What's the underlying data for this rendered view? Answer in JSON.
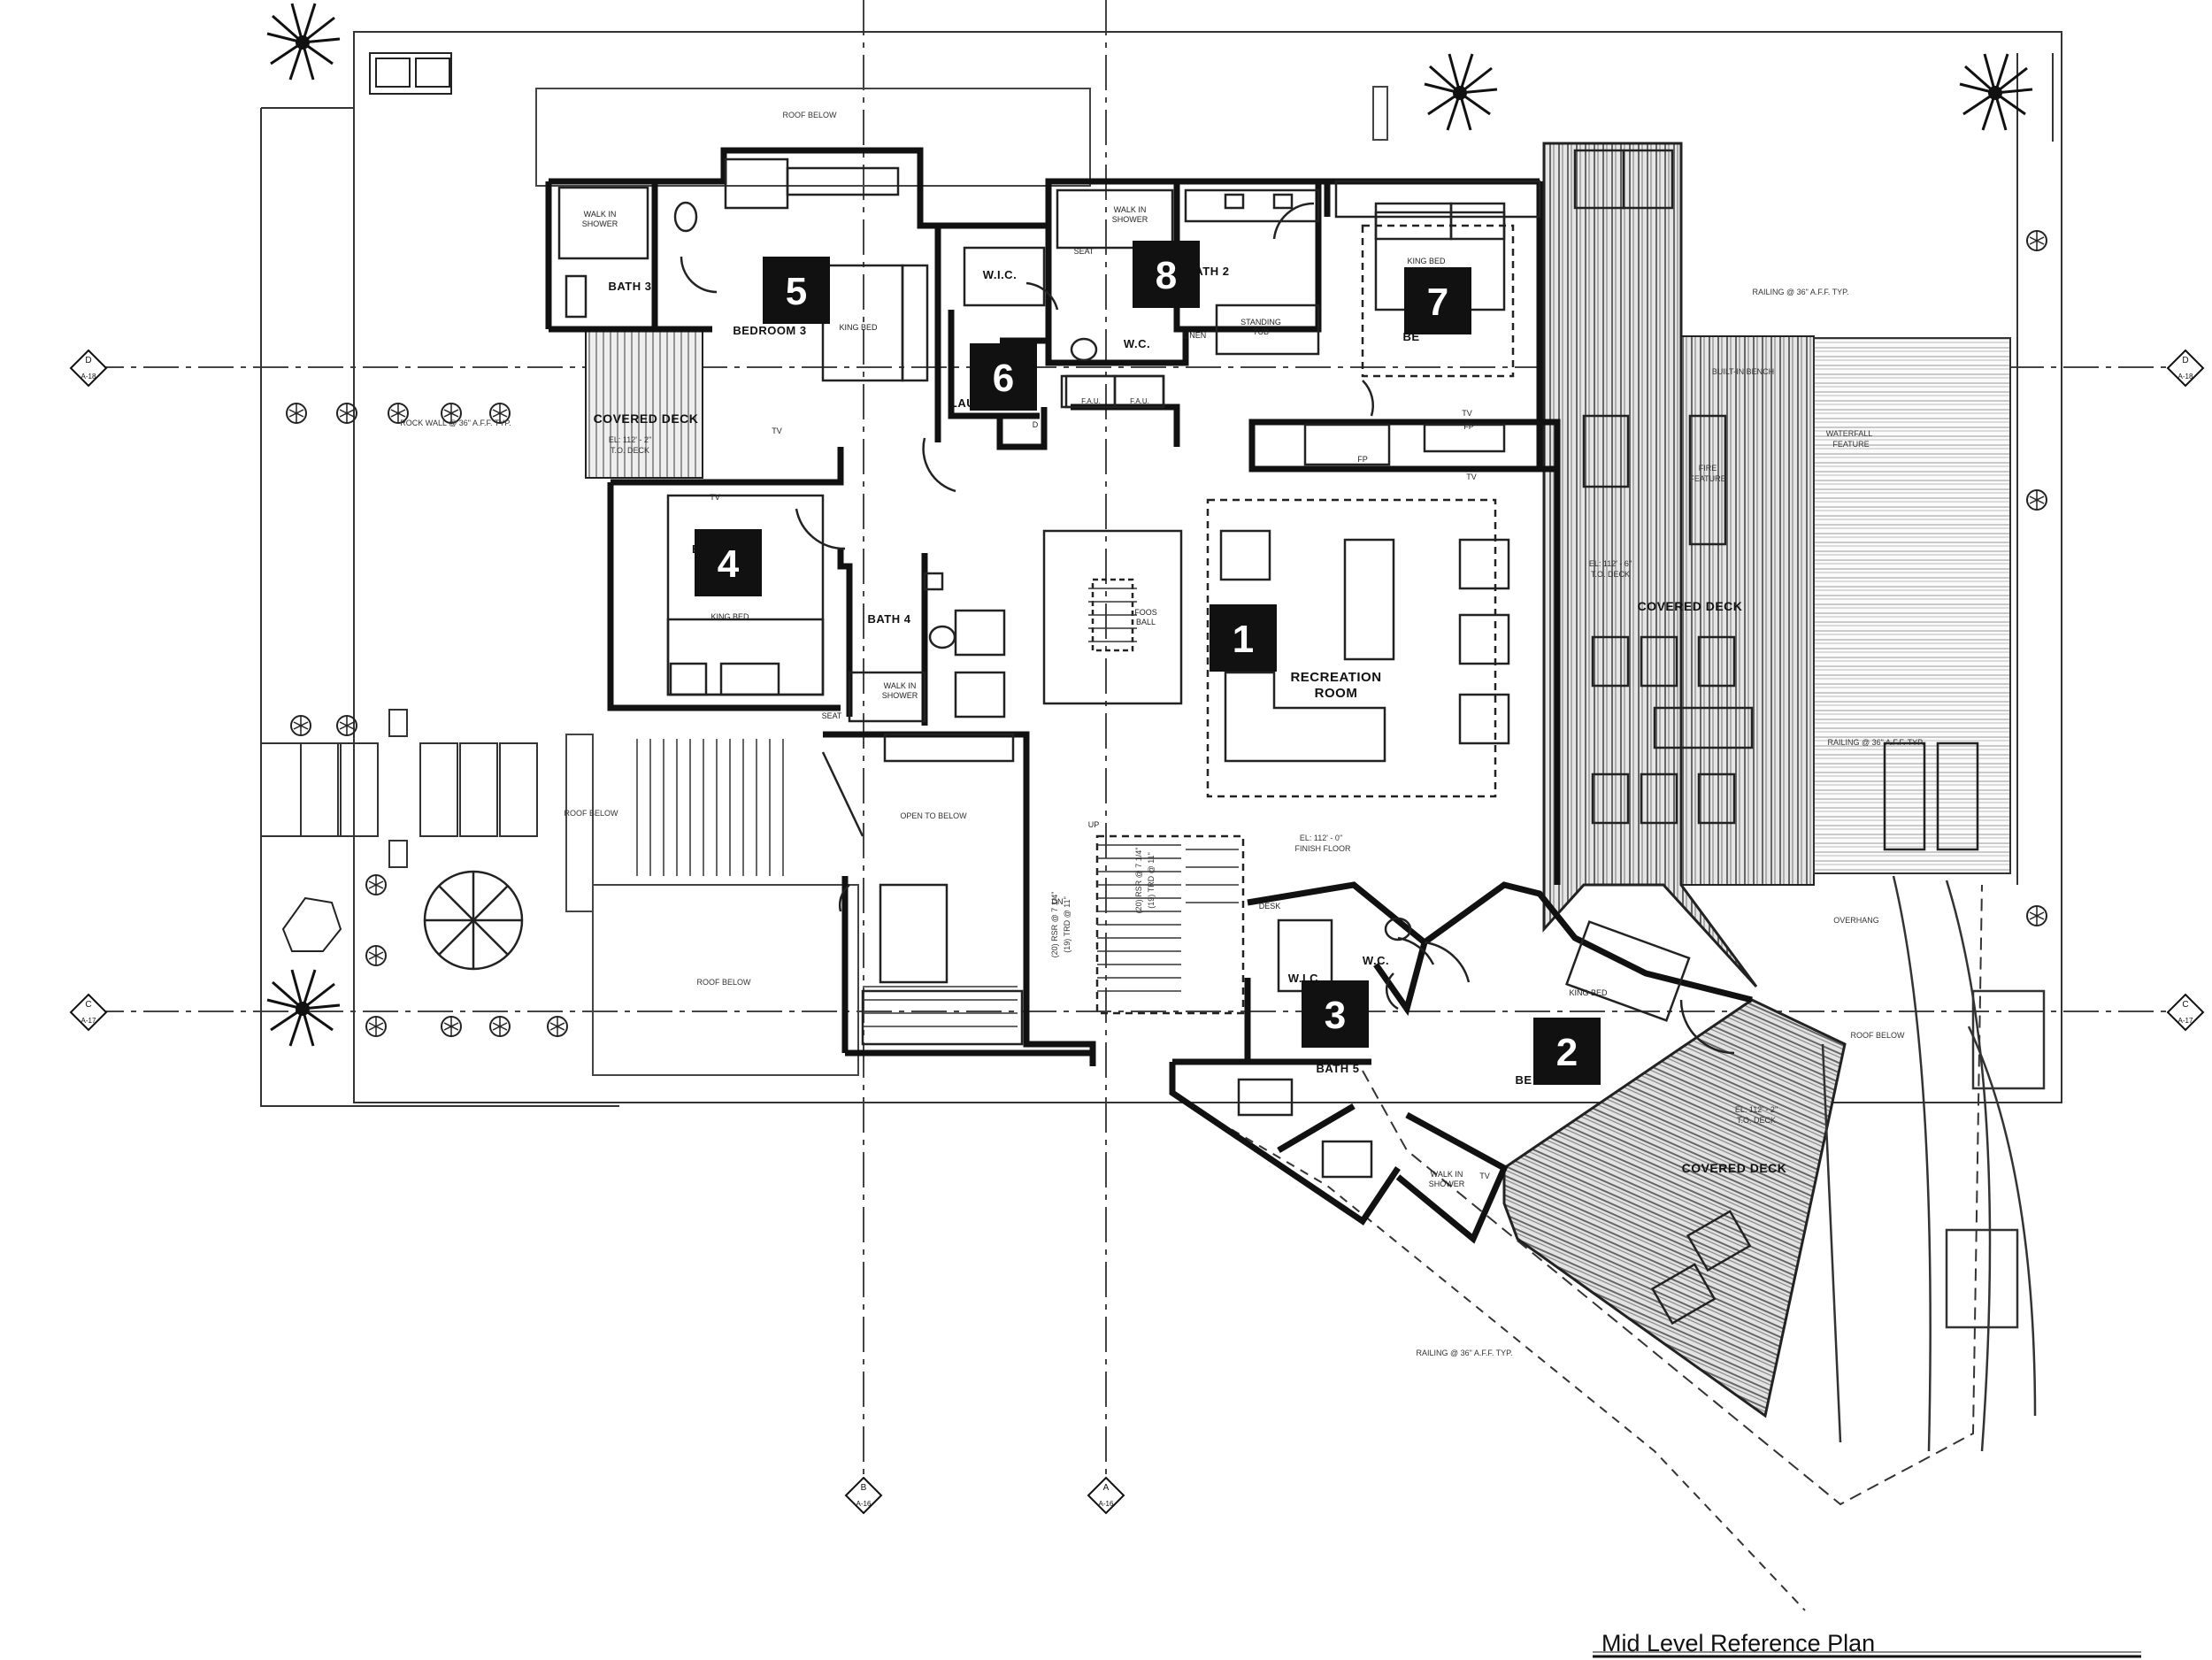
{
  "title": "Mid Level Reference Plan",
  "badges": [
    "1",
    "2",
    "3",
    "4",
    "5",
    "6",
    "7",
    "8"
  ],
  "rooms": {
    "recreation_room_1": "RECREATION",
    "recreation_room_2": "ROOM",
    "covered_deck_left": "COVERED DECK",
    "covered_deck_right": "COVERED DECK",
    "covered_deck_bottom": "COVERED DECK",
    "bath_3": "BATH 3",
    "bath_4": "BATH 4",
    "bath_5": "BATH 5",
    "bath_2": "BATH 2",
    "bedroom_3": "BEDROOM 3",
    "wic_top": "W.I.C.",
    "wic_bottom": "W.I.C.",
    "wc_top": "W.C.",
    "wc_bottom": "W.C.",
    "laundry": "LAU",
    "bed_partial_7": "BE",
    "bed_partial_4": "B",
    "bed_partial_2": "BE"
  },
  "fixtures": {
    "walk_in_shower_1": "WALK IN",
    "walk_in_shower_2": "SHOWER",
    "king_bed": "KING BED",
    "seat": "SEAT",
    "standing_tub_1": "STANDING",
    "standing_tub_2": "TUB",
    "linen": "LINEN",
    "fau": "F.A.U.",
    "tv": "TV",
    "fp": "FP",
    "d": "D",
    "foos_1": "FOOS",
    "foos_2": "BALL",
    "desk": "DESK",
    "up": "UP",
    "dn": "DN"
  },
  "notes": {
    "roof_below": "ROOF BELOW",
    "open_to_below": "OPEN TO BELOW",
    "railing_36": "RAILING @ 36\" A.F.F. TYP.",
    "el_112_2": "EL: 112' - 2\"",
    "to_deck": "T.O. DECK",
    "el_112_0": "EL: 112' - 0\"",
    "finish_floor": "FINISH FLOOR",
    "el_112_6": "EL: 112' - 6\"",
    "built_in_bench": "BUILT-IN BENCH",
    "waterfall_feature_1": "WATERFALL",
    "waterfall_feature_2": "FEATURE",
    "fire_feature_1": "FIRE",
    "fire_feature_2": "FEATURE",
    "overhang": "OVERHANG",
    "rsr_1": "(20) RSR @ 7 1/4\"",
    "rsr_2": "(19) TRD @ 11\"",
    "rock_wall": "ROCK WALL @ 36\" A.F.F. TYP."
  },
  "grid": {
    "d": "D",
    "c": "C",
    "b": "B",
    "a": "A",
    "a16": "A-16",
    "a17": "A-17",
    "a18": "A-18"
  }
}
